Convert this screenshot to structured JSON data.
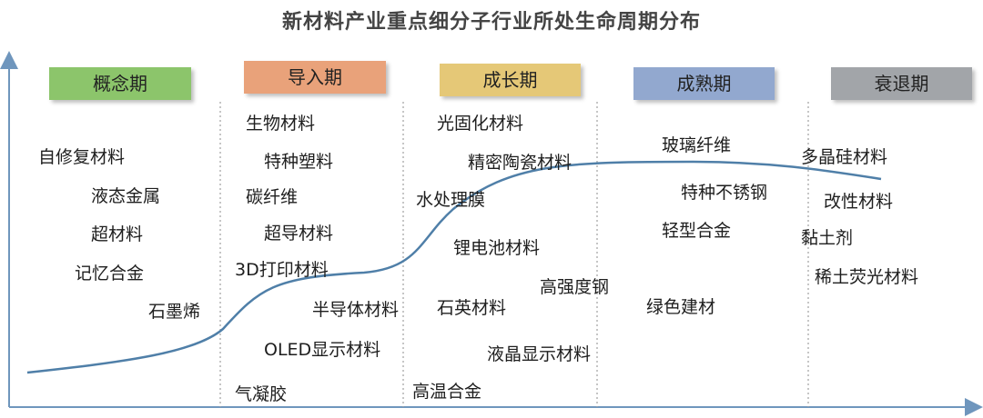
{
  "title": "新材料产业重点细分子行业所处生命周期分布",
  "colors": {
    "intro_stage": "#8cc56b",
    "import_stage": "#e9a27a",
    "growth_stage": "#e5c877",
    "mature_stage": "#92a8cf",
    "decline_stage": "#a2a5a9",
    "curve": "#4f7fa8",
    "axis": "#6f96bd"
  },
  "stages": [
    {
      "label": "概念期",
      "items": [
        "自修复材料",
        "液态金属",
        "超材料",
        "记忆合金",
        "石墨烯"
      ]
    },
    {
      "label": "导入期",
      "items": [
        "生物材料",
        "特种塑料",
        "碳纤维",
        "超导材料",
        "3D打印材料",
        "半导体材料",
        "OLED显示材料",
        "气凝胶"
      ]
    },
    {
      "label": "成长期",
      "items": [
        "光固化材料",
        "精密陶瓷材料",
        "水处理膜",
        "锂电池材料",
        "高强度钢",
        "石英材料",
        "液晶显示材料",
        "高温合金"
      ]
    },
    {
      "label": "成熟期",
      "items": [
        "玻璃纤维",
        "特种不锈钢",
        "轻型合金",
        "绿色建材"
      ]
    },
    {
      "label": "衰退期",
      "items": [
        "多晶硅材料",
        "改性材料",
        "黏土剂",
        "稀土荧光材料"
      ]
    }
  ]
}
